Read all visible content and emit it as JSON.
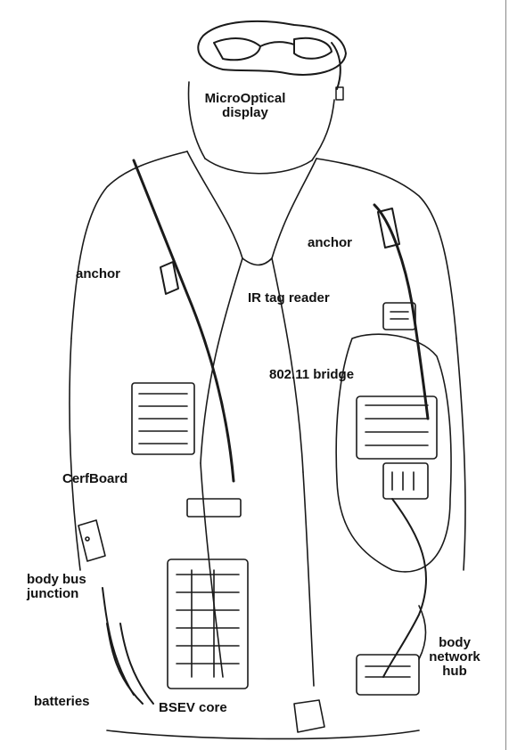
{
  "labels": {
    "microoptical_line1": "MicroOptical",
    "microoptical_line2": "display",
    "anchor_right": "anchor",
    "anchor_left": "anchor",
    "ir_tag_reader": "IR tag reader",
    "bridge_80211": "802.11 bridge",
    "cerfboard": "CerfBoard",
    "body_bus_line1": "body bus",
    "body_bus_line2": "junction",
    "body_network_line1": "body",
    "body_network_line2": "network",
    "body_network_line3": "hub",
    "batteries": "batteries",
    "bsev_core": "BSEV core"
  },
  "colors": {
    "ink": "#111111",
    "background": "#ffffff"
  }
}
